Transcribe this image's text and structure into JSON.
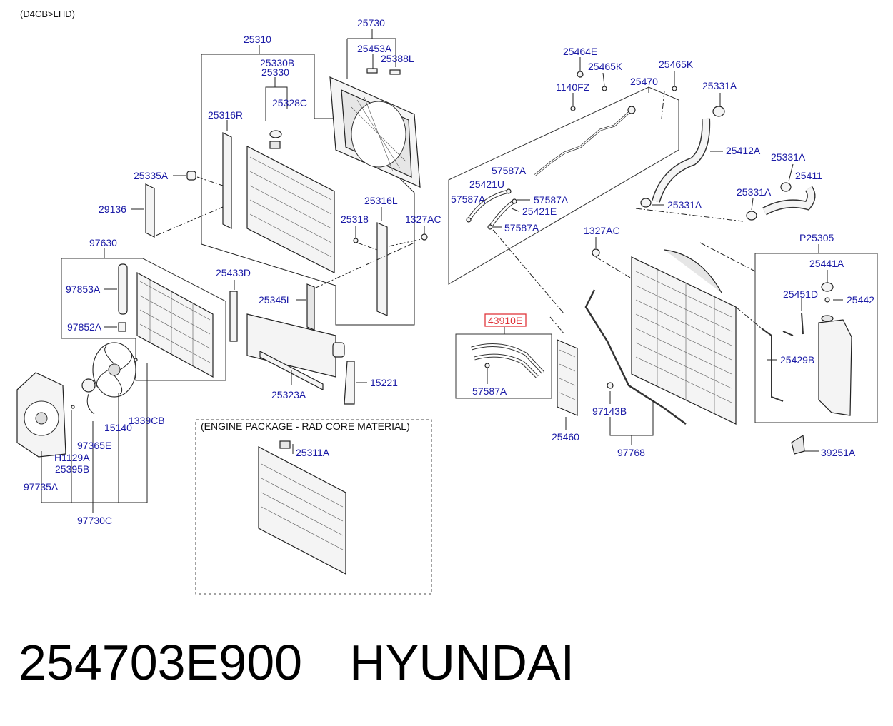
{
  "variant": "(D4CB>LHD)",
  "package_note": "(ENGINE PACKAGE - RAD CORE MATERIAL)",
  "highlighted_part": "43910E",
  "footer": {
    "part_number": "254703E900",
    "brand": "HYUNDAI"
  },
  "callouts": {
    "c25730": "25730",
    "c25453A": "25453A",
    "c25388L": "25388L",
    "c25310": "25310",
    "c25330B": "25330B",
    "c25330": "25330",
    "c25328C": "25328C",
    "c25316R": "25316R",
    "c25335A": "25335A",
    "c29136": "29136",
    "c25316L": "25316L",
    "c25318": "25318",
    "c1327AC_a": "1327AC",
    "c97630": "97630",
    "c97853A": "97853A",
    "c97852A": "97852A",
    "c25433D": "25433D",
    "c25345L": "25345L",
    "c25323A": "25323A",
    "c15221": "15221",
    "c97365E": "97365E",
    "c15140": "15140",
    "c1339CB": "1339CB",
    "cH1129A": "H1129A",
    "c25395B": "25395B",
    "c97735A": "97735A",
    "c97730C": "97730C",
    "c25311A": "25311A",
    "c25464E": "25464E",
    "c25465K_a": "25465K",
    "c25465K_b": "25465K",
    "c1140FZ": "1140FZ",
    "c25470": "25470",
    "c25331A_a": "25331A",
    "c57587A_a": "57587A",
    "c25421U": "25421U",
    "c57587A_b": "57587A",
    "c57587A_c": "57587A",
    "c25421E": "25421E",
    "c57587A_d": "57587A",
    "c25412A": "25412A",
    "c25331A_b": "25331A",
    "c25411": "25411",
    "c25331A_c": "25331A",
    "c25331A_d": "25331A",
    "c1327AC_b": "1327AC",
    "cP25305": "P25305",
    "c25441A": "25441A",
    "c25451D": "25451D",
    "c25442": "25442",
    "c25429B": "25429B",
    "c57587A_e": "57587A",
    "c25460": "25460",
    "c97143B": "97143B",
    "c97768": "97768",
    "c39251A": "39251A"
  }
}
